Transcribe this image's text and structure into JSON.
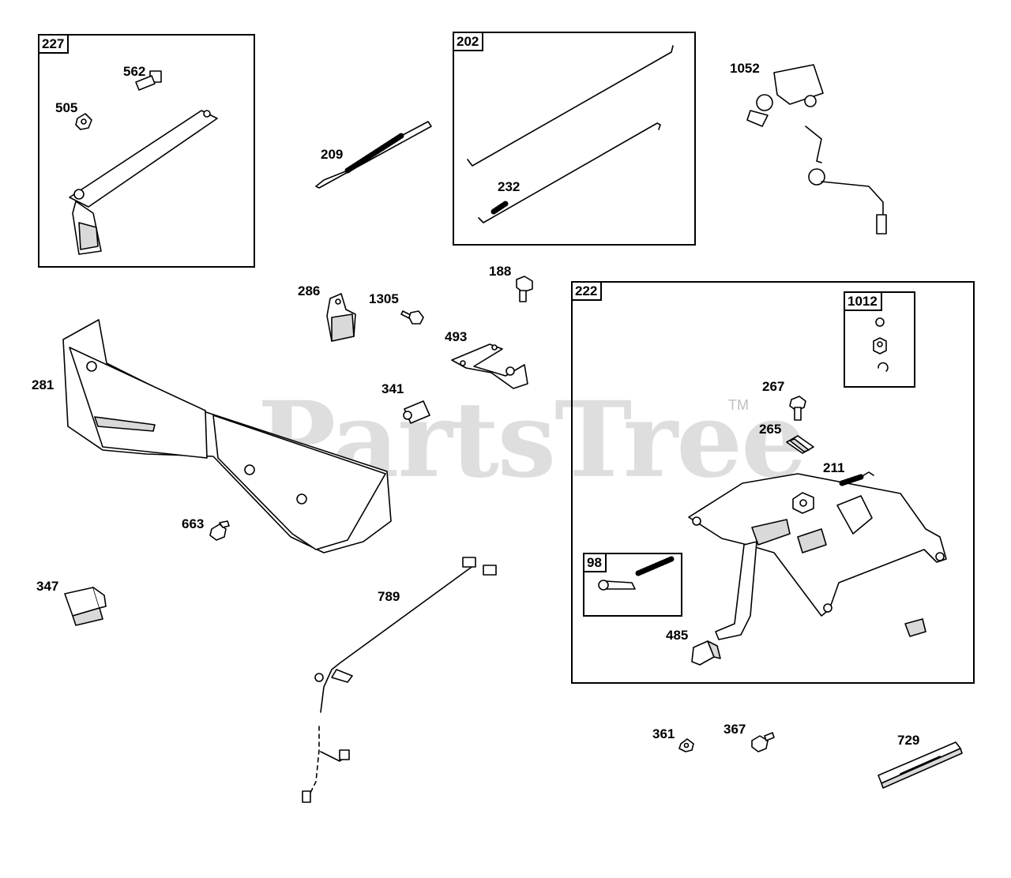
{
  "watermark": {
    "brand": "PartsTree",
    "trademark": "TM"
  },
  "groups": {
    "g227": "227",
    "g202": "202",
    "g222": "222",
    "g1012": "1012",
    "g98": "98"
  },
  "parts": {
    "p562": "562",
    "p505": "505",
    "p209": "209",
    "p232": "232",
    "p1052": "1052",
    "p188": "188",
    "p286": "286",
    "p1305": "1305",
    "p493": "493",
    "p341": "341",
    "p281": "281",
    "p663": "663",
    "p347": "347",
    "p789": "789",
    "p267": "267",
    "p265": "265",
    "p211": "211",
    "p485": "485",
    "p361": "361",
    "p367": "367",
    "p729": "729"
  },
  "colors": {
    "line": "#000000",
    "fill": "#ffffff",
    "shade": "#d9d9d9",
    "watermark": "#c4c4c4"
  }
}
